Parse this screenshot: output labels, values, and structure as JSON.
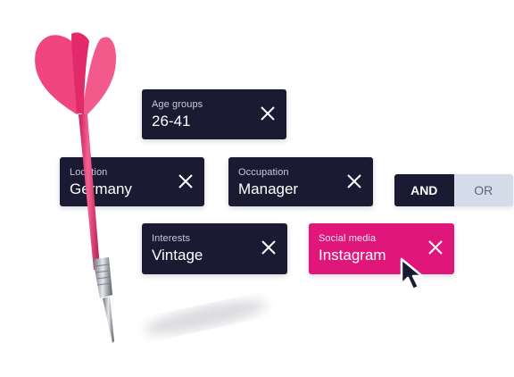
{
  "filters": [
    {
      "label": "Age groups",
      "value": "26-41",
      "style": "dark"
    },
    {
      "label": "Location",
      "value": "Germany",
      "style": "dark"
    },
    {
      "label": "Occupation",
      "value": "Manager",
      "style": "dark"
    },
    {
      "label": "Interests",
      "value": "Vintage",
      "style": "dark"
    },
    {
      "label": "Social media",
      "value": "Instagram",
      "style": "pink"
    }
  ],
  "operator_toggle": {
    "and_label": "AND",
    "or_label": "OR",
    "selected": "AND"
  },
  "icons": {
    "remove": "close-icon",
    "pointer": "cursor-arrow-icon",
    "decoration": "dart-icon"
  },
  "colors": {
    "chip_dark": "#1b1a33",
    "chip_accent": "#e0177a",
    "toggle_inactive": "#d4dcea",
    "dart": "#f0467f"
  }
}
